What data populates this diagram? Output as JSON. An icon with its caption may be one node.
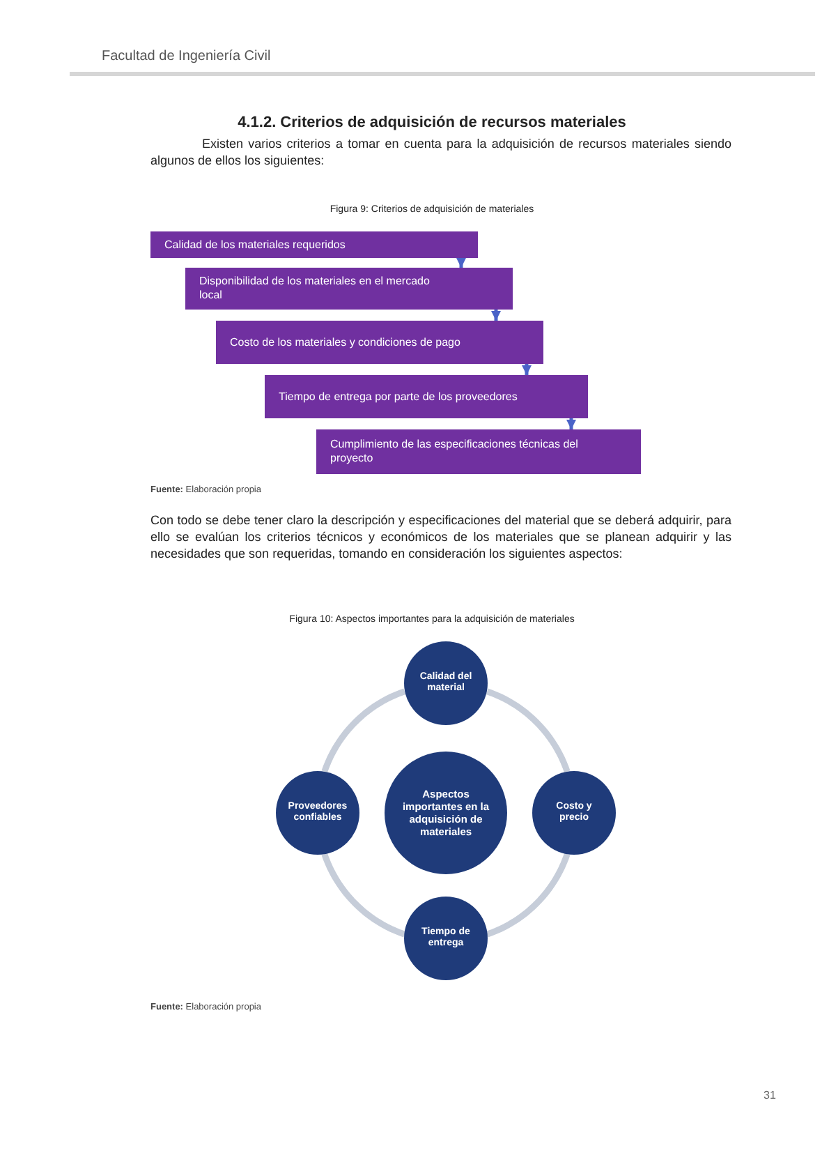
{
  "diagram": {
    "title": "4.1.2. Criterios de adquisición de recursos materiales",
    "nodes": [
      {
        "text": [
          "Calidad de los materiales requeridos"
        ]
      },
      {
        "text": [
          "Disponibilidad de los materiales en el mercado local"
        ]
      },
      {
        "text": [
          "Costo de los materiales y condiciones de pago"
        ]
      },
      {
        "text": [
          "Tiempo de entrega por parte de los proveedores"
        ]
      },
      {
        "text": [
          "Cumplimiento de las especificaciones técnicas del proyecto"
        ]
      },
      {
        "text": [
          "Calidad del material"
        ]
      },
      {
        "text": [
          "Proveedores confiables"
        ]
      },
      {
        "text": [
          "Aspectos importantes en la adquisición de materiales"
        ]
      },
      {
        "text": [
          "Costo y precio"
        ]
      },
      {
        "text": [
          "Tiempo de entrega"
        ]
      }
    ],
    "edges": [
      {
        "from": 0,
        "to": 1,
        "arrow": "to"
      },
      {
        "from": 1,
        "to": 2,
        "arrow": "to"
      },
      {
        "from": 2,
        "to": 3,
        "arrow": "to"
      },
      {
        "from": 3,
        "to": 4,
        "arrow": "to"
      },
      {
        "from": 5,
        "to": 8,
        "arrow": "none",
        "style": "thick",
        "color": "#c6cdd9"
      },
      {
        "from": 8,
        "to": 9,
        "arrow": "none",
        "style": "thick",
        "color": "#c6cdd9"
      },
      {
        "from": 9,
        "to": 6,
        "arrow": "none",
        "style": "thick",
        "color": "#c6cdd9"
      },
      {
        "from": 6,
        "to": 5,
        "arrow": "none",
        "style": "thick",
        "color": "#c6cdd9"
      }
    ],
    "labels": [
      "Facultad de Ingeniería Civil",
      "Existen varios criterios a tomar en cuenta para la adquisición de recursos materiales siendo algunos de ellos los siguientes:",
      "Figura 9: Criterios de adquisición de materiales",
      "**Fuente:** Elaboración propia",
      "Con todo se debe tener claro la descripción y especificaciones del material que se deberá adquirir, para ello se evalúan los criterios técnicos y económicos de los materiales que se planean adquirir y las necesidades que son requeridas, tomando en consideración los siguientes aspectos:",
      "Figura 10: Aspectos importantes para la adquisición de materiales",
      "**Fuente:** Elaboración propia",
      "31"
    ]
  }
}
